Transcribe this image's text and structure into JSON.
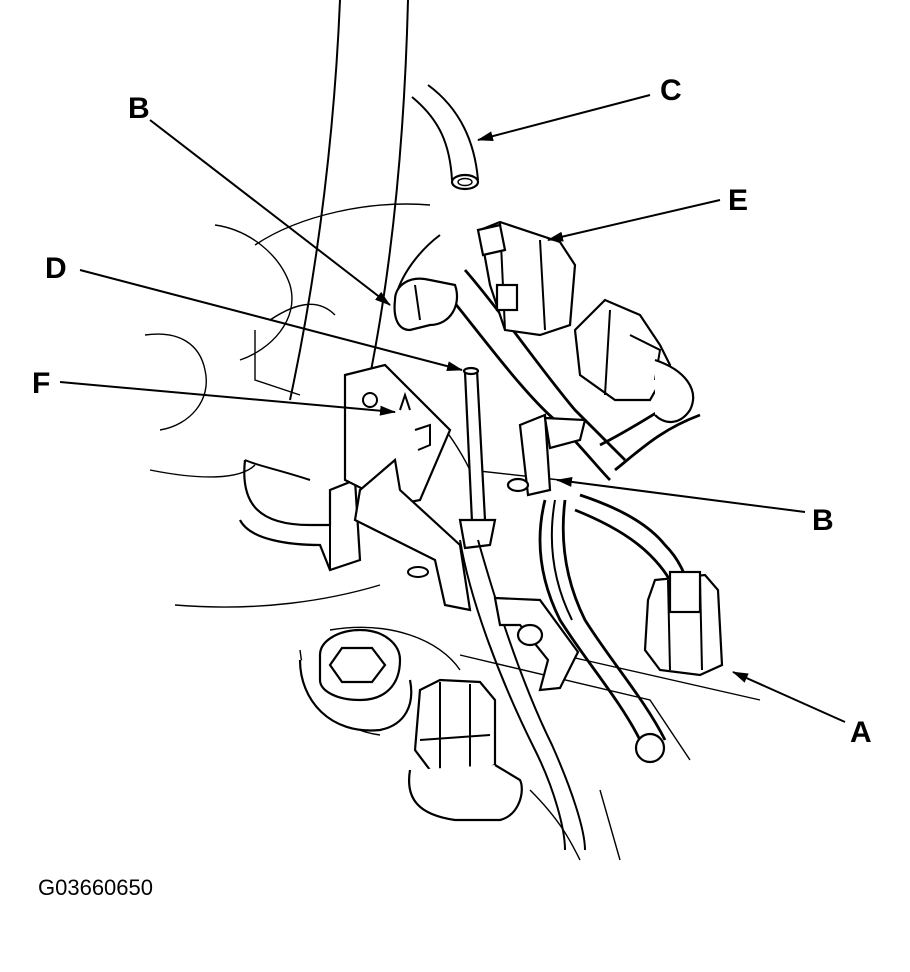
{
  "callouts": {
    "A": "A",
    "B_top": "B",
    "B_right": "B",
    "C": "C",
    "D": "D",
    "E": "E",
    "F": "F"
  },
  "figure_id": "G03660650",
  "colors": {
    "ink": "#000000",
    "paper": "#ffffff"
  }
}
